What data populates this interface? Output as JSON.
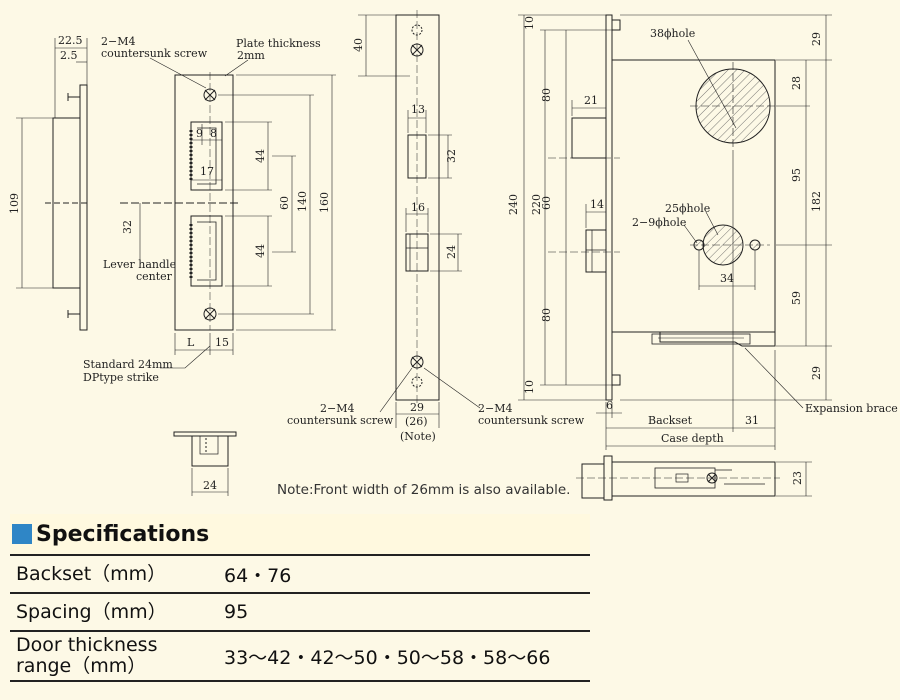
{
  "drawing": {
    "strike": {
      "w_22_5": "22.5",
      "w_2_5": "2.5",
      "h_109": "109",
      "screw_label_1": "2−M4",
      "screw_label_2": "countersunk screw",
      "plate_label_1": "Plate thickness",
      "plate_label_2": "2mm",
      "d9": "9",
      "d8": "8",
      "d17": "17",
      "d44a": "44",
      "d60": "60",
      "d140": "140",
      "d160": "160",
      "d32": "32",
      "d44b": "44",
      "lever_1": "Lever handle",
      "lever_2": "center",
      "dL": "L",
      "d15": "15",
      "std_1": "Standard 24mm",
      "std_2": "DPtype strike",
      "d24": "24"
    },
    "faceplate": {
      "d40": "40",
      "d13": "13",
      "d32": "32",
      "d16": "16",
      "d24": "24",
      "d29": "29",
      "d26": "(26)",
      "note": "(Note)",
      "screw_left_1": "2−M4",
      "screw_left_2": "countersunk screw",
      "screw_right_1": "2−M4",
      "screw_right_2": "countersunk screw"
    },
    "lockcase": {
      "d10_top": "10",
      "d80_top": "80",
      "d240": "240",
      "d220": "220",
      "d60": "60",
      "d80_bot": "80",
      "d10_bot": "10",
      "d21": "21",
      "d14": "14",
      "hole38": "38ϕhole",
      "hole25": "25ϕhole",
      "hole29": "2−9ϕhole",
      "d34": "34",
      "d29_top": "29",
      "d28": "28",
      "d95": "95",
      "d182": "182",
      "d59": "59",
      "d29_bot": "29",
      "d6": "6",
      "backset": "Backset",
      "d31": "31",
      "case_depth": "Case depth",
      "expansion": "Expansion brace",
      "d23": "23"
    }
  },
  "note": "Note:Front width of 26mm is also available.",
  "specs": {
    "title": "Specifications",
    "rows": [
      {
        "label": "Backset（mm）",
        "value": "64・76"
      },
      {
        "label": "Spacing（mm）",
        "value": "95"
      },
      {
        "label_1": "Door thickness",
        "label_2": "range（mm）",
        "value": "33〜42・42〜50・50〜58・58〜66"
      }
    ]
  }
}
